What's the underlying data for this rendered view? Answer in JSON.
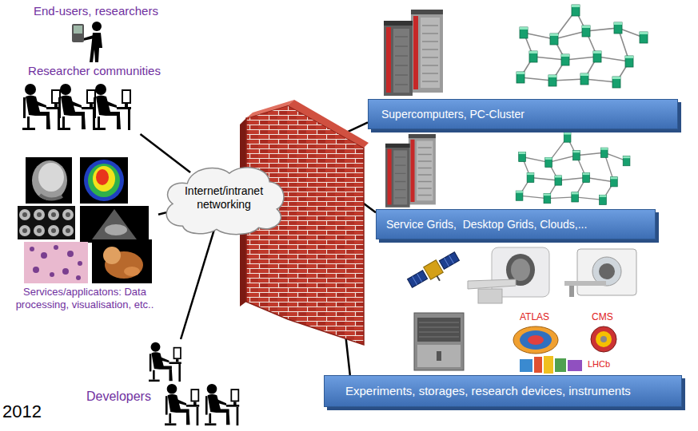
{
  "diagram": {
    "nodes": [
      {
        "text": [
          "Researcher communities"
        ]
      },
      {
        "text": [
          "Services/applicatons: Data processing, visualisation, etc.."
        ]
      },
      {
        "text": [
          "Developers"
        ]
      },
      {
        "text": [
          "Internet/intranet networking"
        ]
      },
      {
        "text": [
          "Supercomputers, PC-Cluster"
        ]
      },
      {
        "text": [
          "Service Grids,  Desktop Grids, Clouds,..."
        ]
      },
      {
        "text": [
          "Experiments, storages, research devices, instruments"
        ]
      }
    ],
    "edges": [
      {
        "from": 0,
        "to": 3,
        "arrow": "none"
      },
      {
        "from": 1,
        "to": 3,
        "arrow": "none"
      },
      {
        "from": 2,
        "to": 3,
        "arrow": "none"
      },
      {
        "from": 3,
        "to": 4,
        "arrow": "none"
      },
      {
        "from": 3,
        "to": 5,
        "arrow": "none"
      },
      {
        "from": 3,
        "to": 6,
        "arrow": "none"
      }
    ],
    "labels": [
      "End-users, researchers",
      "2012",
      "ATLAS",
      "CMS",
      "LHCb"
    ]
  }
}
